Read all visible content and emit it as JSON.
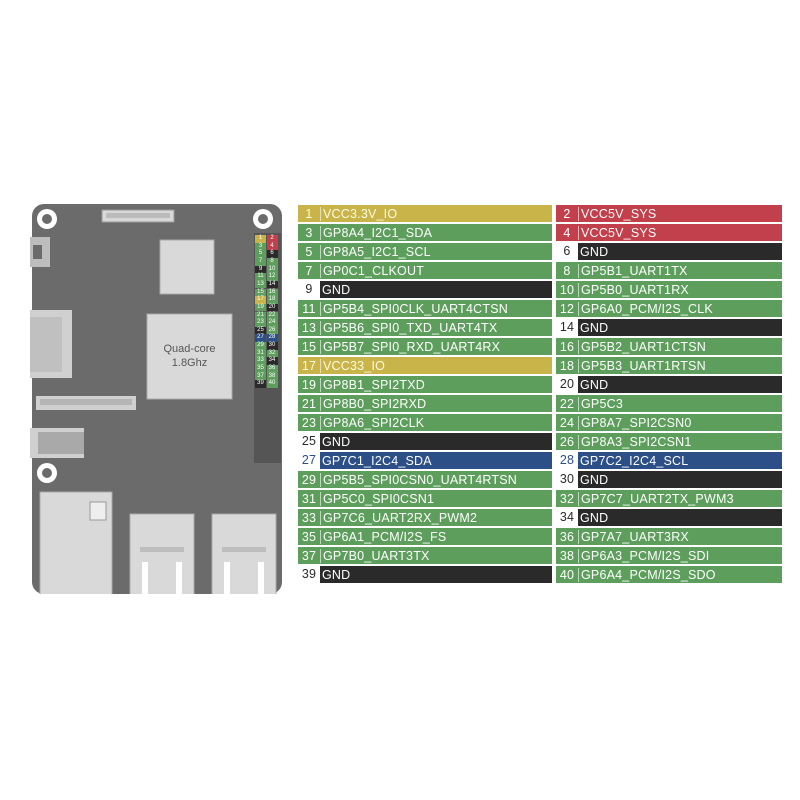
{
  "colors": {
    "power_3v3": "#c9b44a",
    "power_5v": "#c2404b",
    "gnd": "#2a2a2a",
    "gpio": "#5d9e5c",
    "i2c4": "#2d4f87",
    "board": "#6b6b6b"
  },
  "board": {
    "cpu_label_line1": "Quad-core",
    "cpu_label_line2": "1.8Ghz"
  },
  "pins": [
    {
      "num": "1",
      "name": "VCC3.3V_IO",
      "type": "power_3v3"
    },
    {
      "num": "2",
      "name": "VCC5V_SYS",
      "type": "power_5v"
    },
    {
      "num": "3",
      "name": "GP8A4_I2C1_SDA",
      "type": "gpio"
    },
    {
      "num": "4",
      "name": "VCC5V_SYS",
      "type": "power_5v"
    },
    {
      "num": "5",
      "name": "GP8A5_I2C1_SCL",
      "type": "gpio"
    },
    {
      "num": "6",
      "name": "GND",
      "type": "gnd"
    },
    {
      "num": "7",
      "name": "GP0C1_CLKOUT",
      "type": "gpio"
    },
    {
      "num": "8",
      "name": "GP5B1_UART1TX",
      "type": "gpio"
    },
    {
      "num": "9",
      "name": "GND",
      "type": "gnd"
    },
    {
      "num": "10",
      "name": "GP5B0_UART1RX",
      "type": "gpio"
    },
    {
      "num": "11",
      "name": "GP5B4_SPI0CLK_UART4CTSN",
      "type": "gpio"
    },
    {
      "num": "12",
      "name": "GP6A0_PCM/I2S_CLK",
      "type": "gpio"
    },
    {
      "num": "13",
      "name": "GP5B6_SPI0_TXD_UART4TX",
      "type": "gpio"
    },
    {
      "num": "14",
      "name": "GND",
      "type": "gnd"
    },
    {
      "num": "15",
      "name": "GP5B7_SPI0_RXD_UART4RX",
      "type": "gpio"
    },
    {
      "num": "16",
      "name": "GP5B2_UART1CTSN",
      "type": "gpio"
    },
    {
      "num": "17",
      "name": "VCC33_IO",
      "type": "power_3v3"
    },
    {
      "num": "18",
      "name": "GP5B3_UART1RTSN",
      "type": "gpio"
    },
    {
      "num": "19",
      "name": "GP8B1_SPI2TXD",
      "type": "gpio"
    },
    {
      "num": "20",
      "name": "GND",
      "type": "gnd"
    },
    {
      "num": "21",
      "name": "GP8B0_SPI2RXD",
      "type": "gpio"
    },
    {
      "num": "22",
      "name": "GP5C3",
      "type": "gpio"
    },
    {
      "num": "23",
      "name": "GP8A6_SPI2CLK",
      "type": "gpio"
    },
    {
      "num": "24",
      "name": "GP8A7_SPI2CSN0",
      "type": "gpio"
    },
    {
      "num": "25",
      "name": "GND",
      "type": "gnd"
    },
    {
      "num": "26",
      "name": "GP8A3_SPI2CSN1",
      "type": "gpio"
    },
    {
      "num": "27",
      "name": "GP7C1_I2C4_SDA",
      "type": "i2c4"
    },
    {
      "num": "28",
      "name": "GP7C2_I2C4_SCL",
      "type": "i2c4"
    },
    {
      "num": "29",
      "name": "GP5B5_SPI0CSN0_UART4RTSN",
      "type": "gpio"
    },
    {
      "num": "30",
      "name": "GND",
      "type": "gnd"
    },
    {
      "num": "31",
      "name": "GP5C0_SPI0CSN1",
      "type": "gpio"
    },
    {
      "num": "32",
      "name": "GP7C7_UART2TX_PWM3",
      "type": "gpio"
    },
    {
      "num": "33",
      "name": "GP7C6_UART2RX_PWM2",
      "type": "gpio"
    },
    {
      "num": "34",
      "name": "GND",
      "type": "gnd"
    },
    {
      "num": "35",
      "name": "GP6A1_PCM/I2S_FS",
      "type": "gpio"
    },
    {
      "num": "36",
      "name": "GP7A7_UART3RX",
      "type": "gpio"
    },
    {
      "num": "37",
      "name": "GP7B0_UART3TX",
      "type": "gpio"
    },
    {
      "num": "38",
      "name": "GP6A3_PCM/I2S_SDI",
      "type": "gpio"
    },
    {
      "num": "39",
      "name": "GND",
      "type": "gnd"
    },
    {
      "num": "40",
      "name": "GP6A4_PCM/I2S_SDO",
      "type": "gpio"
    }
  ]
}
